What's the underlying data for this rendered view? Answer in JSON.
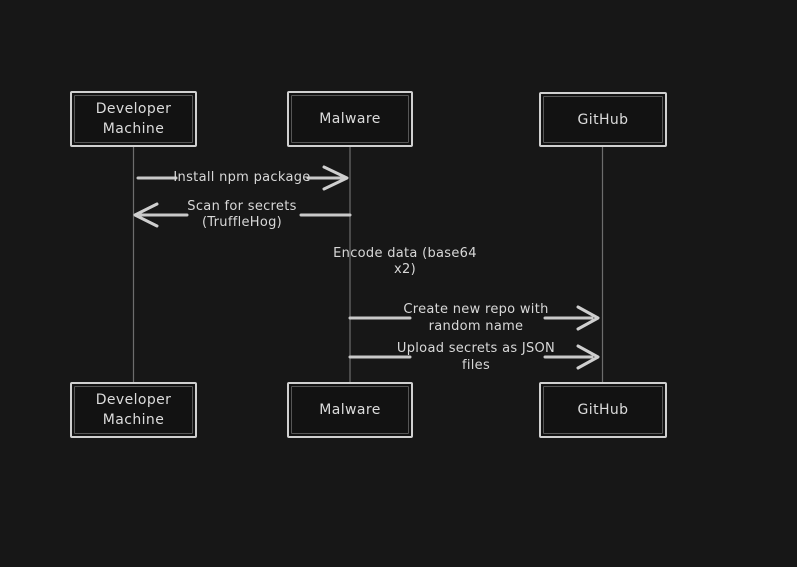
{
  "diagram": {
    "type": "sequence-diagram",
    "theme": {
      "background": "#171717",
      "actor_fill": "#121212",
      "actor_border": "#d0d0d0",
      "text_color": "#d8d8d8",
      "arrow_color": "#c9c9c9",
      "lifeline_color": "#6d6d6d"
    },
    "actors": {
      "developer": {
        "line1": "Developer",
        "line2": "Machine"
      },
      "malware": {
        "label": "Malware"
      },
      "github": {
        "label": "GitHub"
      }
    },
    "messages": [
      {
        "from": "Developer Machine",
        "to": "Malware",
        "text": "Install npm package"
      },
      {
        "from": "Malware",
        "to": "Developer Machine",
        "line1": "Scan for secrets",
        "line2": "(TruffleHog)"
      },
      {
        "from": "Malware",
        "to": "Malware",
        "line1": "Encode data (base64",
        "line2": "x2)"
      },
      {
        "from": "Malware",
        "to": "GitHub",
        "line1": "Create new repo with",
        "line2": "random name"
      },
      {
        "from": "Malware",
        "to": "GitHub",
        "line1": "Upload secrets as JSON",
        "line2": "files"
      }
    ]
  }
}
